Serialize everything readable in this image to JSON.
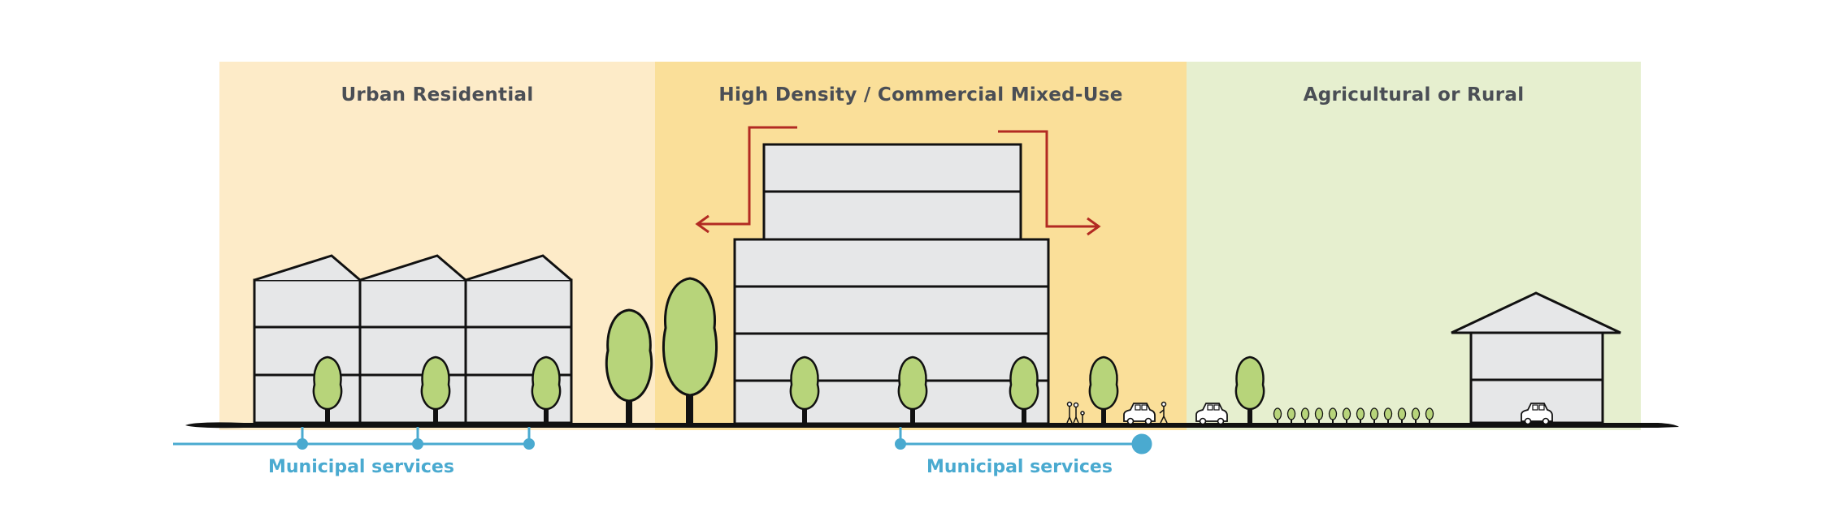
{
  "zones": [
    {
      "id": "urban",
      "title": "Urban Residential",
      "color": "#fdebc8"
    },
    {
      "id": "highdensity",
      "title": "High Density / Commercial Mixed-Use",
      "color": "#fadf99"
    },
    {
      "id": "rural",
      "title": "Agricultural or Rural",
      "color": "#e6efcf"
    }
  ],
  "services": [
    {
      "label": "Municipal services"
    },
    {
      "label": "Municipal services"
    }
  ],
  "colors": {
    "service_line": "#4aaad0",
    "growth_arrows": "#b22a22",
    "tree_fill": "#b7d47a",
    "building_fill": "#e6e7e8",
    "outline": "#111111",
    "title_text": "#4a4e55"
  },
  "icons": [
    "house-icon",
    "tree-icon",
    "car-icon",
    "pedestrian-icon",
    "expansion-arrow-icon"
  ]
}
